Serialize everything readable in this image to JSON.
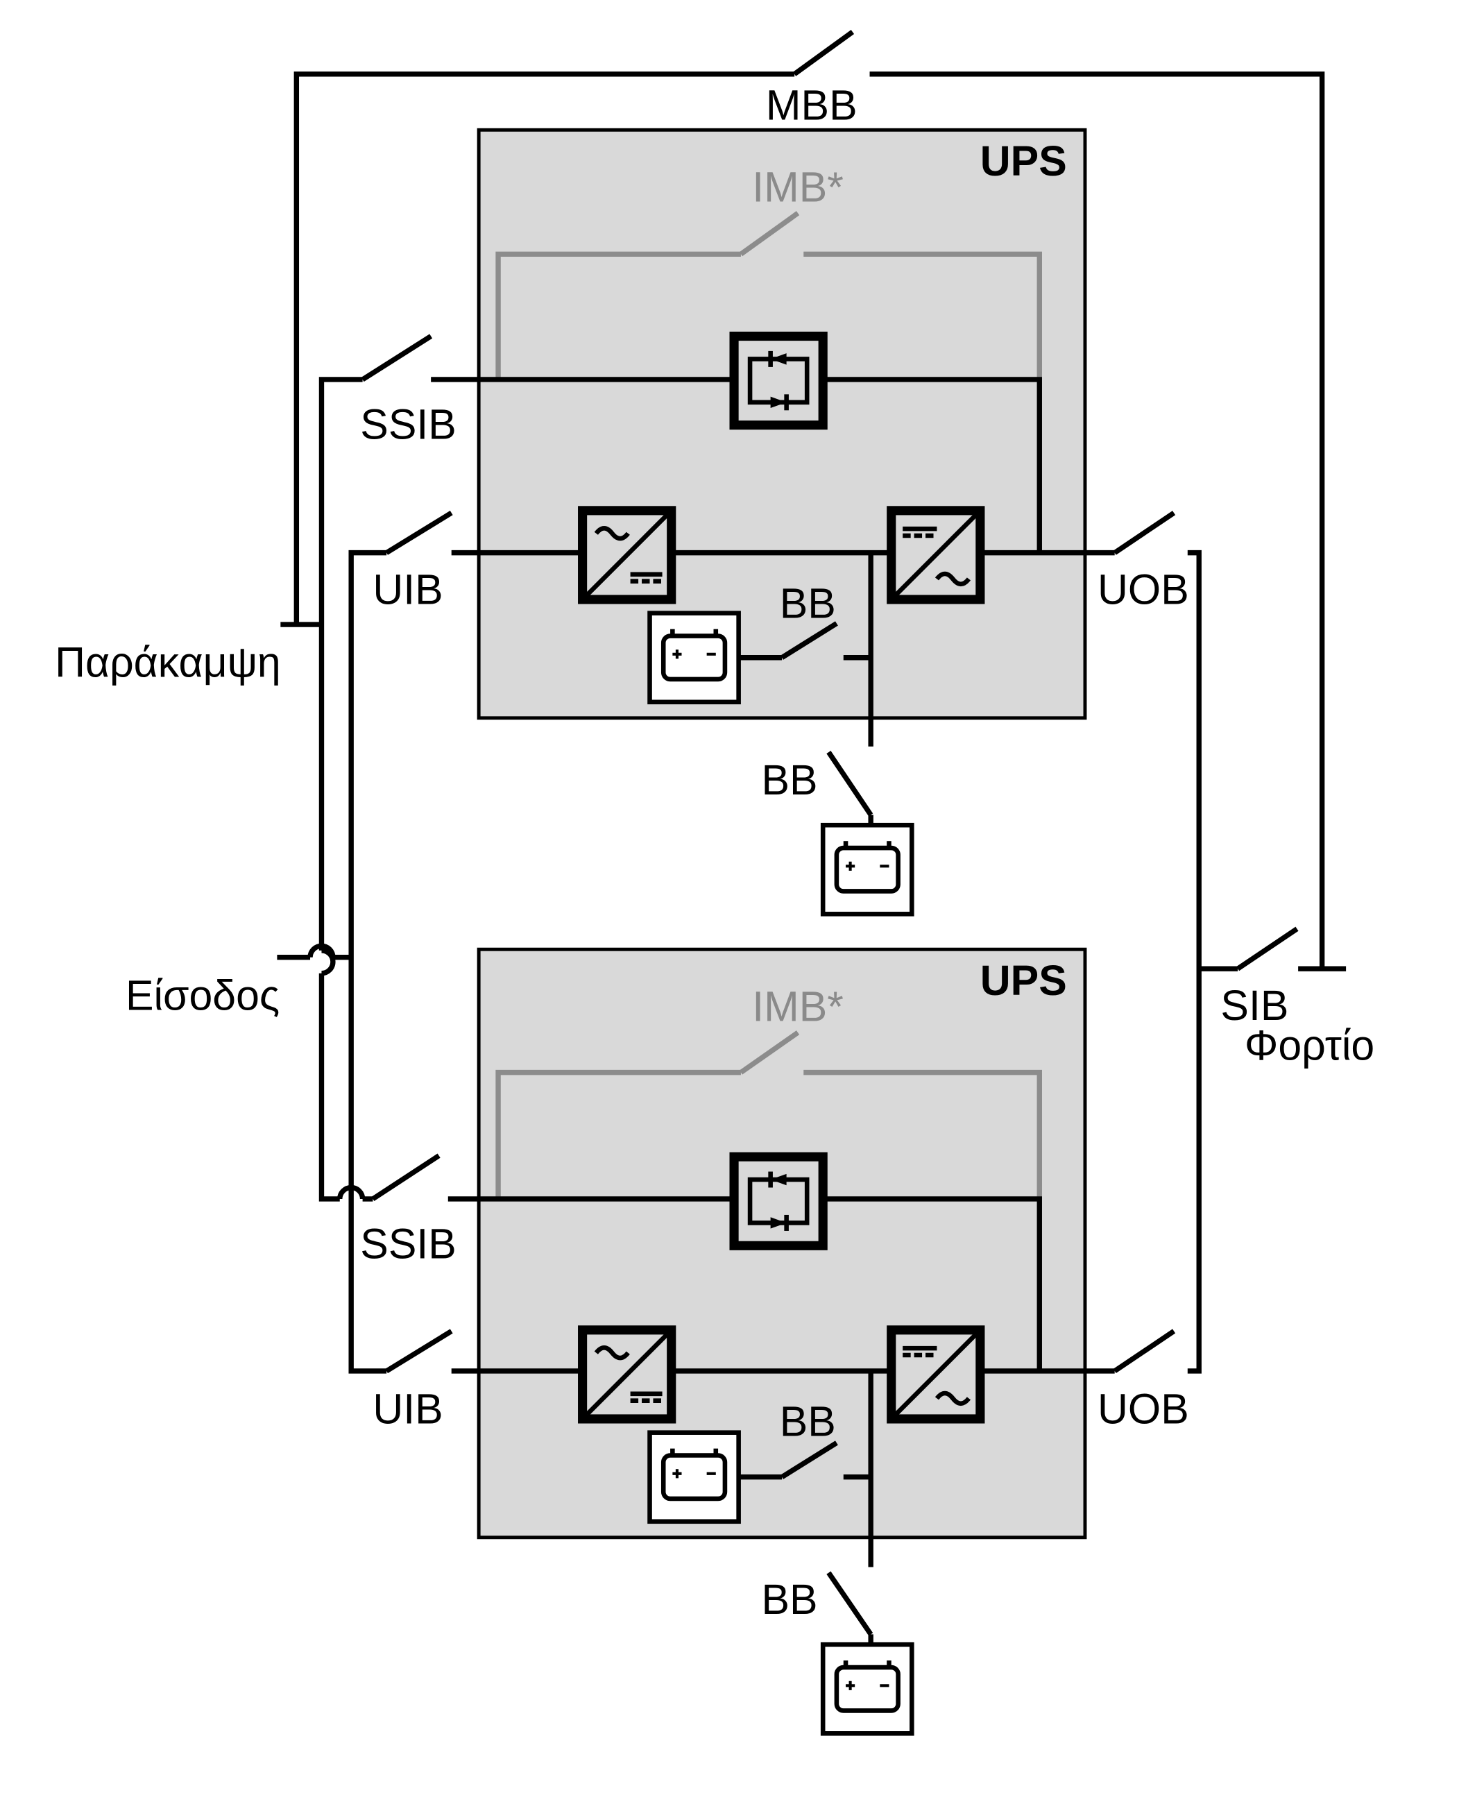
{
  "labels": {
    "mbb": "MBB",
    "bypass": "Παράκαμψη",
    "input": "Είσοδος",
    "sib": "SIB",
    "load": "Φορτίο"
  },
  "ups_units": [
    {
      "title": "UPS",
      "imb": "IMB*",
      "ssib": "SSIB",
      "uib": "UIB",
      "uob": "UOB",
      "bb_internal": "BB",
      "bb_external": "BB"
    },
    {
      "title": "UPS",
      "imb": "IMB*",
      "ssib": "SSIB",
      "uib": "UIB",
      "uob": "UOB",
      "bb_internal": "BB",
      "bb_external": "BB"
    }
  ],
  "colors": {
    "wire": "#000000",
    "imb_wire": "#8c8c8c",
    "ups_box": "#d9d9d9"
  }
}
